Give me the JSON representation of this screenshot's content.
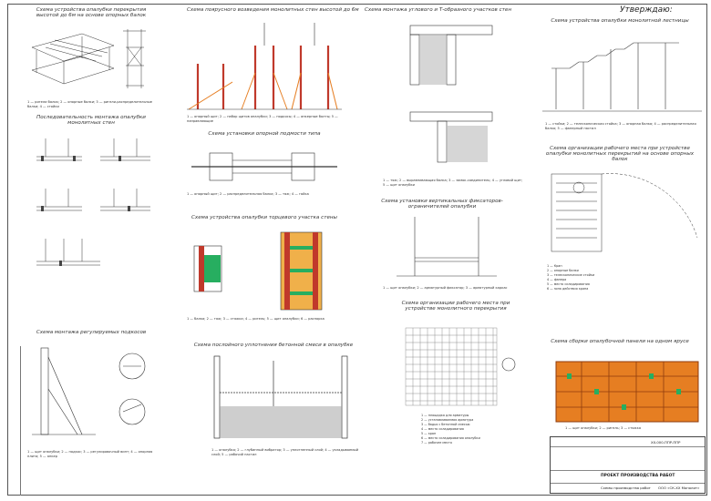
{
  "panels": {
    "p1": {
      "title": "Схема устройства опалубки перекрытия высотой до 6м на основе опорных балок",
      "caption": "1 — ригели балок; 2 — опорные балки; 3 — ригели-распределительные балки; 4 — стойки"
    },
    "p2": {
      "title": "Последовательность монтажа опалубки монолитных стен"
    },
    "p3": {
      "title": "Схема поярусного возведения монолитных стен высотой до 6м",
      "caption": "1 — опорный щит; 2 — набор щитов опалубки; 3 — подкосы; 4 — анкерные болты; 5 — направляющие"
    },
    "p4": {
      "title": "Схема установки опорной подмости типа",
      "caption": "1 — опорный щит; 2 — распределительная балка; 3 — тяж; 4 — гайка"
    },
    "p5": {
      "title": "Схема устройства опалубки торцевого участка стены",
      "caption": "1 — балка; 2 — тяж; 3 — стяжка; 4 — ригель; 5 — щит опалубки; 6 — распорка"
    },
    "p6": {
      "title": "Схема монтажа регулируемых подкосов",
      "caption": "1 — щит опалубки; 2 — подкос; 3 — регулировочный винт; 4 — опорная плита; 5 — анкер"
    },
    "p7": {
      "title": "Схема послойного уплотнения бетонной смеси в опалубке",
      "caption": "1 — опалубка; 2 — глубинный вибратор; 3 — уплотненный слой; 4 — укладываемый слой; 5 — рабочий настил"
    },
    "p8": {
      "title": "Схема монтажа углового и Т-образного участков стен",
      "caption": "1 — тяж; 2 — выравнивающая балка; 3 — замок-соединитель; 4 — угловой щит; 5 — щит опалубки"
    },
    "p9": {
      "title": "Схема установки вертикальных фиксаторов-ограничителей опалубки",
      "caption": "1 — щит опалубки; 2 — арматурный фиксатор; 3 — арматурный каркас"
    },
    "p10": {
      "title": "Схема организации рабочего места при устройстве монолитного перекрытия",
      "legend": [
        "1 — площадка для арматуры",
        "2 — устанавливаемая арматура",
        "3 — бадья с бетонной смесью",
        "4 — место складирования",
        "5 — кран",
        "6 — место складирования опалубки",
        "7 — рабочее место"
      ]
    },
    "p11": {
      "title": "Схема устройства опалубки монолитной лестницы",
      "caption": "1 — стойки; 2 — телескопическая стойка; 3 — опорная балка; 4 — распределительная балка; 5 — фанерный настил"
    },
    "p12": {
      "title": "Схема организации рабочего места при устройстве опалубки монолитных перекрытий на основе опорных балок",
      "legend": [
        "1 — Кран",
        "2 — опорные балки",
        "3 — телескопические стойки",
        "4 — фанера",
        "5 — место складирования",
        "6 — зона действия крана"
      ]
    },
    "p13": {
      "title": "Схема сборки опалубочной панели на одном ярусе",
      "caption": "1 — щит опалубки; 2 — ригель; 3 — стяжка"
    }
  },
  "approved_label": "Утверждаю:",
  "stamp": {
    "code": "XX-000-ППР-ППР",
    "project_title": "ПРОЕКТ ПРОИЗВОДСТВА РАБОТ",
    "sheet_name": "Схемы производства работ",
    "org": "ООО «СК-ХХ Монолит»"
  },
  "colors": {
    "formwork": "#c0392b",
    "panel": "#e67e22",
    "panel_light": "#f0b04a",
    "line": "#333333",
    "concrete": "#9e9e9e"
  }
}
